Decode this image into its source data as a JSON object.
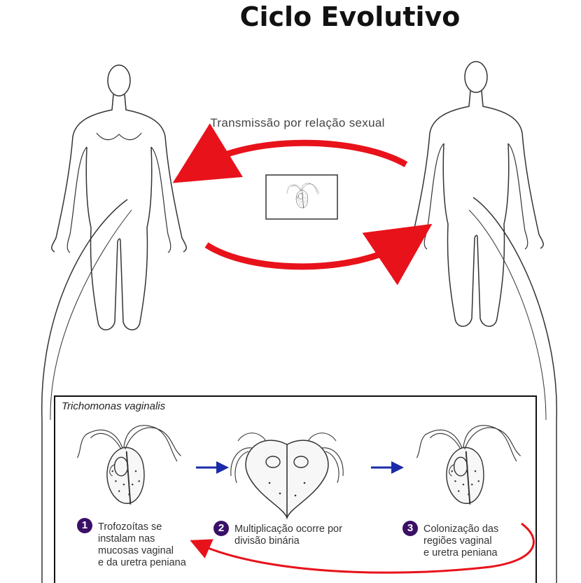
{
  "title": "Ciclo Evolutivo",
  "transmission_label": "Transmissão por relação sexual",
  "cycle": {
    "species": "Trichomonas vaginalis",
    "steps": [
      {
        "number": "1",
        "text": "Trofozoítas se\ninstalam nas\nmucosas vaginal\ne da uretra peniana"
      },
      {
        "number": "2",
        "text": "Multiplicação ocorre por\ndivisão binária"
      },
      {
        "number": "3",
        "text": "Colonização das\nregiões vaginal\ne uretra peniana"
      }
    ]
  },
  "colors": {
    "arrow_red": "#e8121b",
    "arrow_blue": "#1a2aa8",
    "step_badge": "#3a1066",
    "outline": "#333333"
  },
  "icons": [
    "female-body-outline",
    "male-body-outline",
    "parasite-trophozoite",
    "parasite-dividing"
  ]
}
